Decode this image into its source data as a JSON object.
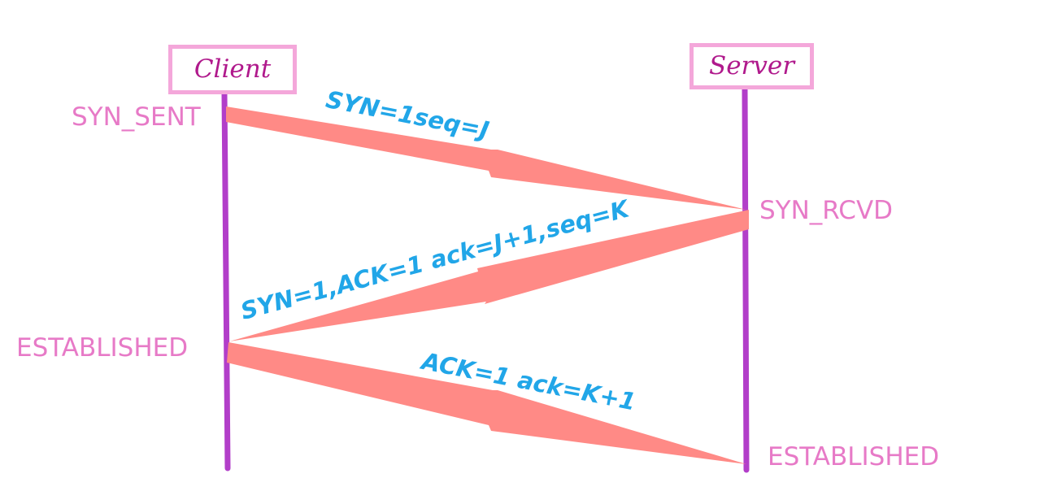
{
  "participants": {
    "client": "Client",
    "server": "Server"
  },
  "states": {
    "client_syn_sent": "SYN_SENT",
    "server_syn_rcvd": "SYN_RCVD",
    "client_established": "ESTABLISHED",
    "server_established": "ESTABLISHED"
  },
  "messages": [
    {
      "label": "SYN=1seq=J",
      "from": "client",
      "to": "server"
    },
    {
      "label": "SYN=1,ACK=1 ack=J+1,seq=K",
      "from": "server",
      "to": "client"
    },
    {
      "label": "ACK=1 ack=K+1",
      "from": "client",
      "to": "server"
    }
  ],
  "colors": {
    "lifeline": "#b23ec9",
    "arrow": "#ff8a86",
    "participant_border": "#f4a7da",
    "participant_text": "#b0198c",
    "state_text": "#e77ac7",
    "message_text": "#21a6e8"
  }
}
